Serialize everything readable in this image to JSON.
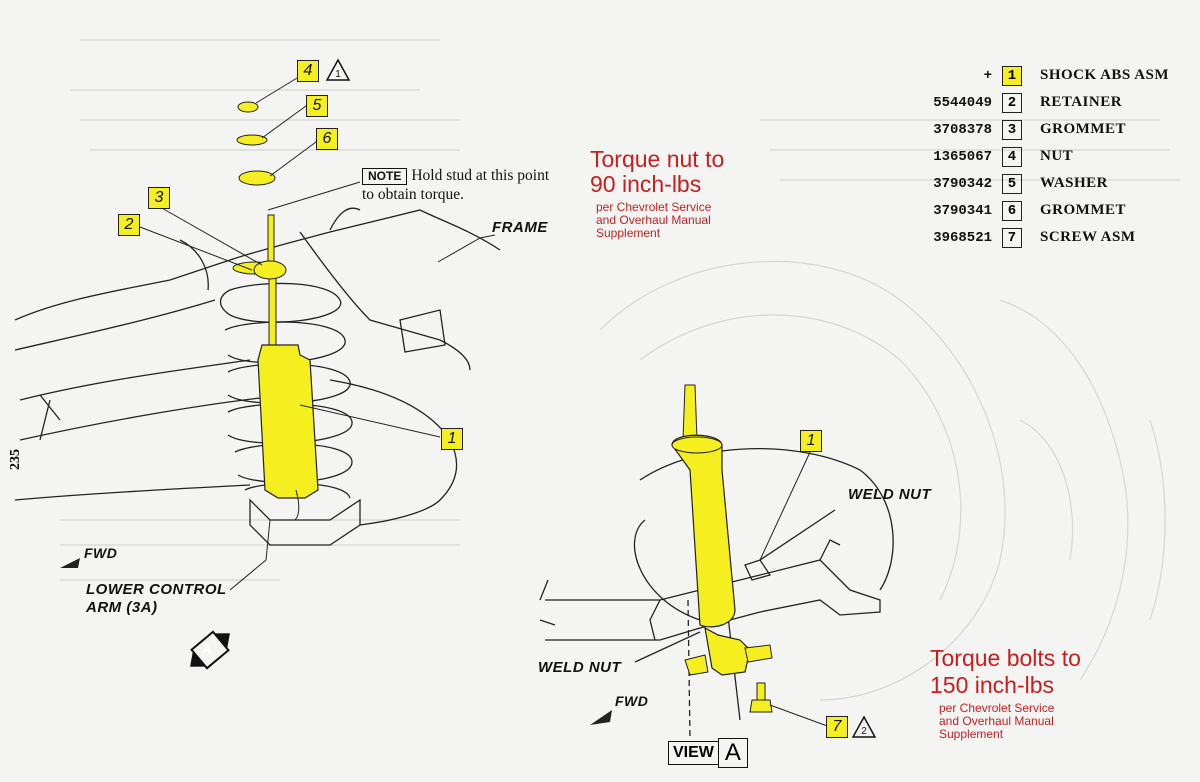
{
  "note": {
    "tag": "NOTE",
    "text": "Hold stud at this point to obtain torque."
  },
  "labels": {
    "frame": "FRAME",
    "fwd_left": "FWD",
    "lower_control_arm_1": "LOWER CONTROL",
    "lower_control_arm_2": "ARM (3A)",
    "weld_nut_right": "WELD NUT",
    "weld_nut_left": "WELD NUT",
    "fwd_right": "FWD",
    "view_word": "VIEW",
    "view_letter": "A",
    "view_arrow_letter": "A",
    "page_number": "235"
  },
  "callouts": [
    {
      "id": "c4",
      "text": "4",
      "highlight": true
    },
    {
      "id": "c5",
      "text": "5",
      "highlight": true
    },
    {
      "id": "c6",
      "text": "6",
      "highlight": true
    },
    {
      "id": "c3",
      "text": "3",
      "highlight": true
    },
    {
      "id": "c2",
      "text": "2",
      "highlight": true
    },
    {
      "id": "c1a",
      "text": "1",
      "highlight": true
    },
    {
      "id": "c1b",
      "text": "1",
      "highlight": true
    },
    {
      "id": "c7",
      "text": "7",
      "highlight": true
    }
  ],
  "warnings": {
    "w1": "1",
    "w2": "2"
  },
  "torque_nut": {
    "title_line1": "Torque nut to",
    "title_line2": "90 inch-lbs",
    "note_line1": "per Chevrolet Service",
    "note_line2": "and Overhaul Manual",
    "note_line3": "Supplement"
  },
  "torque_bolts": {
    "title_line1": "Torque bolts to",
    "title_line2": "150 inch-lbs",
    "note_line1": "per Chevrolet Service",
    "note_line2": "and Overhaul Manual",
    "note_line3": "Supplement"
  },
  "parts_list": [
    {
      "number": "+",
      "index": "1",
      "name": "SHOCK ABS ASM",
      "highlight": true
    },
    {
      "number": "5544049",
      "index": "2",
      "name": "RETAINER",
      "highlight": false
    },
    {
      "number": "3708378",
      "index": "3",
      "name": "GROMMET",
      "highlight": false
    },
    {
      "number": "1365067",
      "index": "4",
      "name": "NUT",
      "highlight": false
    },
    {
      "number": "3790342",
      "index": "5",
      "name": "WASHER",
      "highlight": false
    },
    {
      "number": "3790341",
      "index": "6",
      "name": "GROMMET",
      "highlight": false
    },
    {
      "number": "3968521",
      "index": "7",
      "name": "SCREW ASM",
      "highlight": false
    }
  ],
  "colors": {
    "highlight": "#f5ef1f",
    "torque_text": "#c81e1e",
    "paper": "#f4f5f3",
    "ink": "#222222"
  }
}
